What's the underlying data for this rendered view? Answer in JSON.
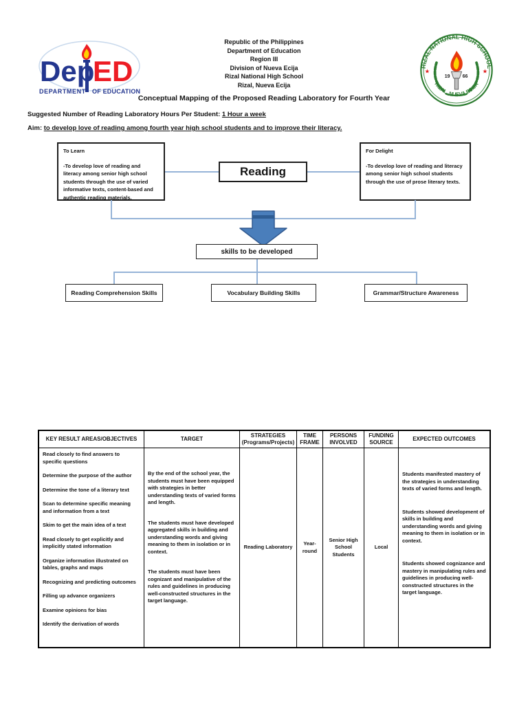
{
  "colors": {
    "connector_blue": "#95b3d7",
    "arrow_fill": "#4a7ebb",
    "arrow_edge": "#31598f",
    "deped_blue": "#23368f",
    "deped_red": "#ed1c24",
    "seal_green": "#2e7d32",
    "flame_red": "#e8380d",
    "flame_yellow": "#ffd200"
  },
  "header": {
    "org_lines": [
      "Republic of the Philippines",
      "Department of Education",
      "Region III",
      "Division of Nueva Ecija",
      "Rizal National High School",
      "Rizal, Nueva Ecija"
    ],
    "title": "Conceptual Mapping of the Proposed Reading Laboratory for Fourth Year",
    "deped_logo": {
      "text_dep": "Dep",
      "text_ed": "ED",
      "sub_left": "DEPARTMENT",
      "sub_right": "OF  EDUCATION"
    },
    "seal": {
      "top_text": "RIZAL NATIONAL HIGH SCHOOL",
      "bottom_text": "RIZAL, NUEVA ECIJA",
      "year_left": "19",
      "year_right": "66"
    }
  },
  "intro": {
    "hours_label": "Suggested Number of Reading Laboratory Hours Per Student: ",
    "hours_value": "1 Hour a week",
    "aim_label": "Aim: ",
    "aim_value": "to develop love of reading among fourth year high school students and to improve their literacy."
  },
  "flowchart": {
    "to_learn": {
      "title": "To Learn",
      "body": "-To develop love of reading and literacy among senior high school students through the use of varied informative texts, content-based and authentic reading materials."
    },
    "for_delight": {
      "title": "For Delight",
      "body": "-To develop love of reading and literacy among senior high school students through the use of prose literary texts."
    },
    "center": "Reading",
    "skills_box": "skills to be developed",
    "skills": [
      "Reading Comprehension Skills",
      "Vocabulary Building Skills",
      "Grammar/Structure Awareness"
    ]
  },
  "table": {
    "headers": [
      "KEY RESULT AREAS/OBJECTIVES",
      "TARGET",
      "STRATEGIES (Programs/Projects)",
      "TIME FRAME",
      "PERSONS INVOLVED",
      "FUNDING SOURCE",
      "EXPECTED OUTCOMES"
    ],
    "row": {
      "objectives": [
        "Read closely to find answers to specific questions",
        "Determine the purpose of the author",
        "Determine the tone of a literary text",
        "Scan to determine specific meaning and information from a text",
        "Skim to get the main idea of a text",
        "Read closely to get explicitly and implicitly stated information",
        "Organize information illustrated on tables, graphs and maps",
        "Recognizing and predicting outcomes",
        "Filling up advance organizers",
        "Examine opinions for bias",
        "Identify the derivation of words"
      ],
      "target": [
        "By the end of the school year, the students must have been equipped with strategies in better understanding texts of varied forms and length.",
        "The students must have developed aggregated skills in building and understanding words and giving meaning to them in isolation or in context.",
        "The students must have been cognizant and manipulative of the rules and guidelines in producing well-constructed structures in the target language."
      ],
      "strategies": "Reading Laboratory",
      "time_frame": "Year-round",
      "persons_involved": "Senior High School Students",
      "funding_source": "Local",
      "expected_outcomes": [
        "Students manifested mastery of the strategies in understanding texts of varied forms and length.",
        "Students showed development of skills in building and understanding words and giving meaning to them in isolation or in context.",
        "Students showed cognizance and mastery in manipulating rules and guidelines in producing well-constructed structures in the target language."
      ]
    }
  }
}
